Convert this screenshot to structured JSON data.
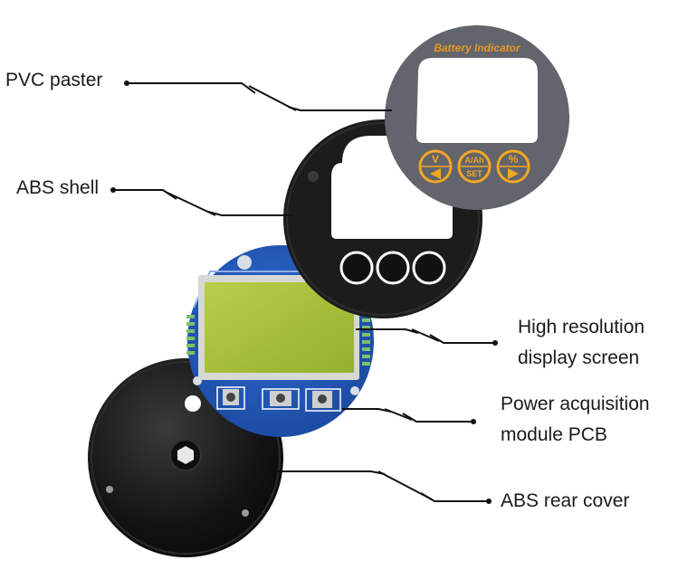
{
  "labels": {
    "pvc_paster": "PVC paster",
    "abs_shell": "ABS shell",
    "display_line1": "High resolution",
    "display_line2": "display screen",
    "pcb_line1": "Power acquisition",
    "pcb_line2": "module PCB",
    "rear_cover": "ABS rear cover"
  },
  "panel": {
    "title": "Battery Indicator",
    "button_v": "V",
    "button_aah": "A/Ah",
    "button_set": "SET",
    "button_pct": "%"
  },
  "colors": {
    "panel_gray": "#62656b",
    "button_orange": "#f5a623",
    "title_orange": "#e8962a",
    "shell_black": "#1c1c1c",
    "pcb_blue": "#2256b8",
    "lcd_green": "#a6c23a",
    "leader_line": "#111111"
  }
}
